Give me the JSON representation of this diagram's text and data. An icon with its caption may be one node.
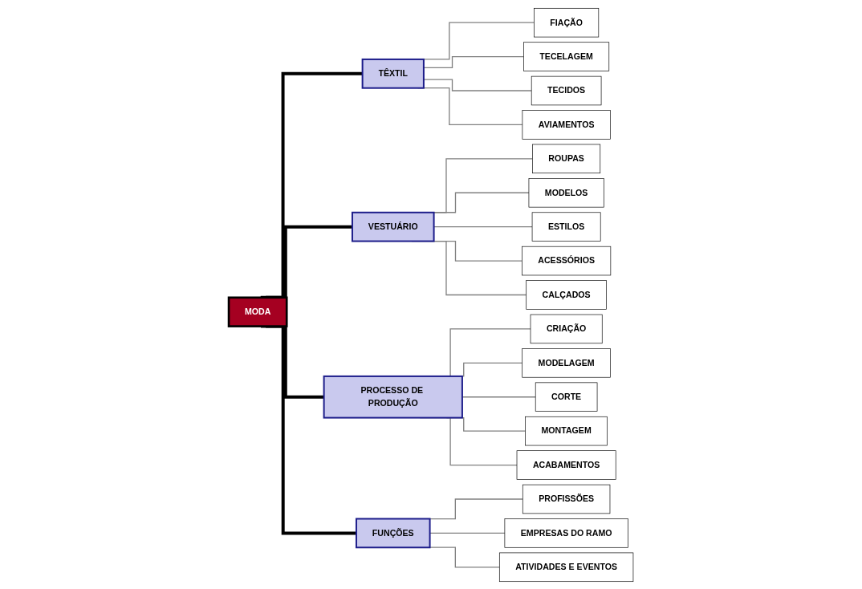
{
  "diagram": {
    "nodes": [
      {
        "text": [
          "MODA"
        ]
      },
      {
        "text": [
          "TÊXTIL"
        ]
      },
      {
        "text": [
          "VESTUÁRIO"
        ]
      },
      {
        "text": [
          "PROCESSO DE PRODUÇÃO"
        ]
      },
      {
        "text": [
          "FUNÇÕES"
        ]
      },
      {
        "text": [
          "FIAÇÃO"
        ]
      },
      {
        "text": [
          "TECELAGEM"
        ]
      },
      {
        "text": [
          "TECIDOS"
        ]
      },
      {
        "text": [
          "AVIAMENTOS"
        ]
      },
      {
        "text": [
          "ROUPAS"
        ]
      },
      {
        "text": [
          "MODELOS"
        ]
      },
      {
        "text": [
          "ESTILOS"
        ]
      },
      {
        "text": [
          "ACESSÓRIOS"
        ]
      },
      {
        "text": [
          "CALÇADOS"
        ]
      },
      {
        "text": [
          "CRIAÇÃO"
        ]
      },
      {
        "text": [
          "MODELAGEM"
        ]
      },
      {
        "text": [
          "CORTE"
        ]
      },
      {
        "text": [
          "MONTAGEM"
        ]
      },
      {
        "text": [
          "ACABAMENTOS"
        ]
      },
      {
        "text": [
          "PROFISSÕES"
        ]
      },
      {
        "text": [
          "EMPRESAS DO RAMO"
        ]
      },
      {
        "text": [
          "ATIVIDADES E EVENTOS"
        ]
      }
    ],
    "edges": [
      {
        "from": 0,
        "to": 1,
        "arrow": "none",
        "style": "thick",
        "color": "#000000"
      },
      {
        "from": 0,
        "to": 2,
        "arrow": "none",
        "style": "thick",
        "color": "#000000"
      },
      {
        "from": 0,
        "to": 3,
        "arrow": "none",
        "style": "thick",
        "color": "#000000"
      },
      {
        "from": 0,
        "to": 4,
        "arrow": "none",
        "style": "thick",
        "color": "#000000"
      },
      {
        "from": 1,
        "to": 5,
        "arrow": "none"
      },
      {
        "from": 1,
        "to": 6,
        "arrow": "none"
      },
      {
        "from": 1,
        "to": 7,
        "arrow": "none"
      },
      {
        "from": 1,
        "to": 8,
        "arrow": "none"
      },
      {
        "from": 2,
        "to": 9,
        "arrow": "none"
      },
      {
        "from": 2,
        "to": 10,
        "arrow": "none"
      },
      {
        "from": 2,
        "to": 11,
        "arrow": "none"
      },
      {
        "from": 2,
        "to": 12,
        "arrow": "none"
      },
      {
        "from": 2,
        "to": 13,
        "arrow": "none"
      },
      {
        "from": 3,
        "to": 14,
        "arrow": "none"
      },
      {
        "from": 3,
        "to": 15,
        "arrow": "none"
      },
      {
        "from": 3,
        "to": 16,
        "arrow": "none"
      },
      {
        "from": 3,
        "to": 17,
        "arrow": "none"
      },
      {
        "from": 3,
        "to": 18,
        "arrow": "none"
      },
      {
        "from": 4,
        "to": 19,
        "arrow": "none"
      },
      {
        "from": 4,
        "to": 20,
        "arrow": "none"
      },
      {
        "from": 4,
        "to": 21,
        "arrow": "none"
      }
    ]
  }
}
